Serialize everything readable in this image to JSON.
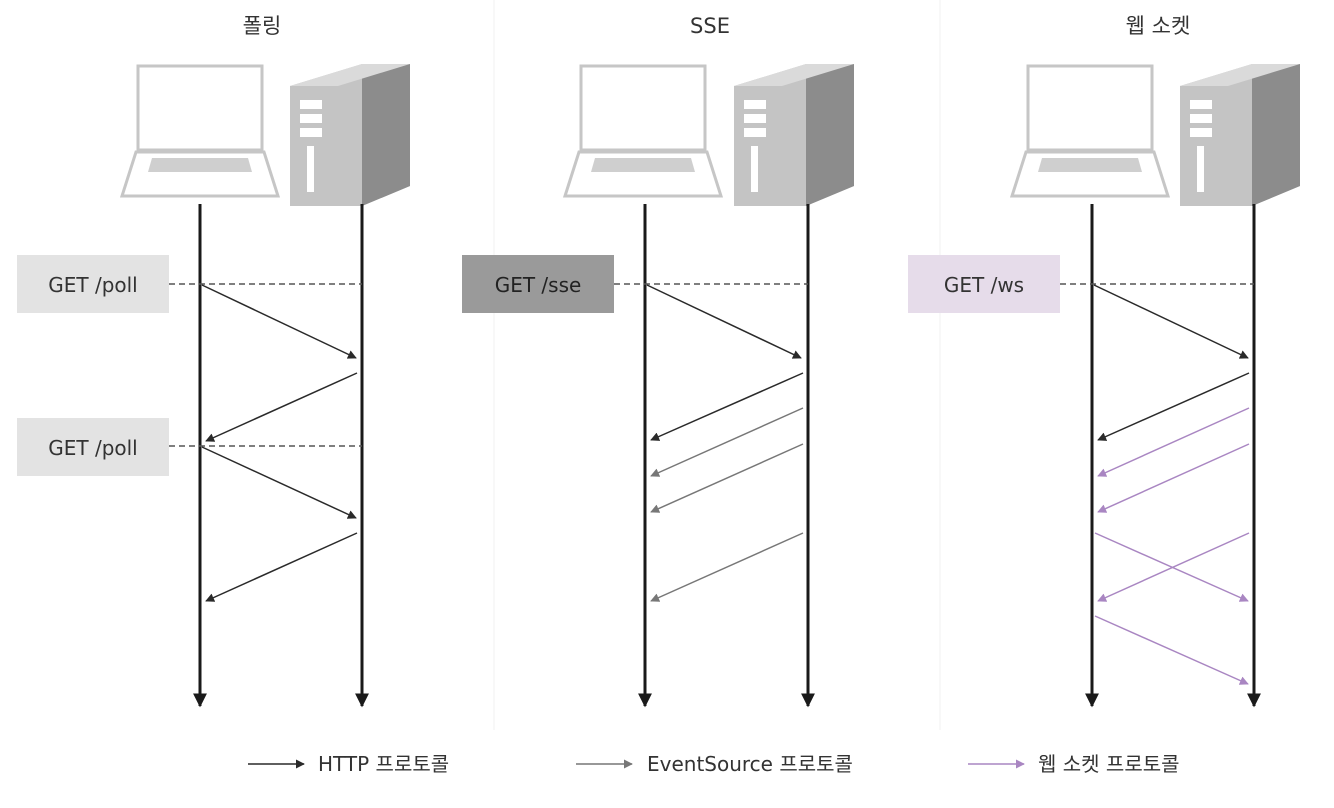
{
  "columns": [
    {
      "id": "polling",
      "title": "폴링",
      "request_label": "GET /poll",
      "request_label_2": "GET /poll",
      "request_bg": "#e3e3e3"
    },
    {
      "id": "sse",
      "title": "SSE",
      "request_label": "GET /sse",
      "request_bg": "#9a9a9a"
    },
    {
      "id": "websocket",
      "title": "웹 소켓",
      "request_label": "GET /ws",
      "request_bg": "#e6dcea"
    }
  ],
  "legend": [
    {
      "id": "http",
      "label": "HTTP 프로토콜",
      "color": "#2a2a2a"
    },
    {
      "id": "eventsource",
      "label": "EventSource 프로토콜",
      "color": "#777777"
    },
    {
      "id": "websocket",
      "label": "웹 소켓 프로토콜",
      "color": "#a986c2"
    }
  ],
  "colors": {
    "http": "#2a2a2a",
    "eventsource": "#777777",
    "websocket": "#a986c2",
    "lifeline": "#1a1a1a",
    "dashed": "#555555"
  },
  "icons": {
    "client": "laptop-icon",
    "server": "server-tower-icon"
  }
}
